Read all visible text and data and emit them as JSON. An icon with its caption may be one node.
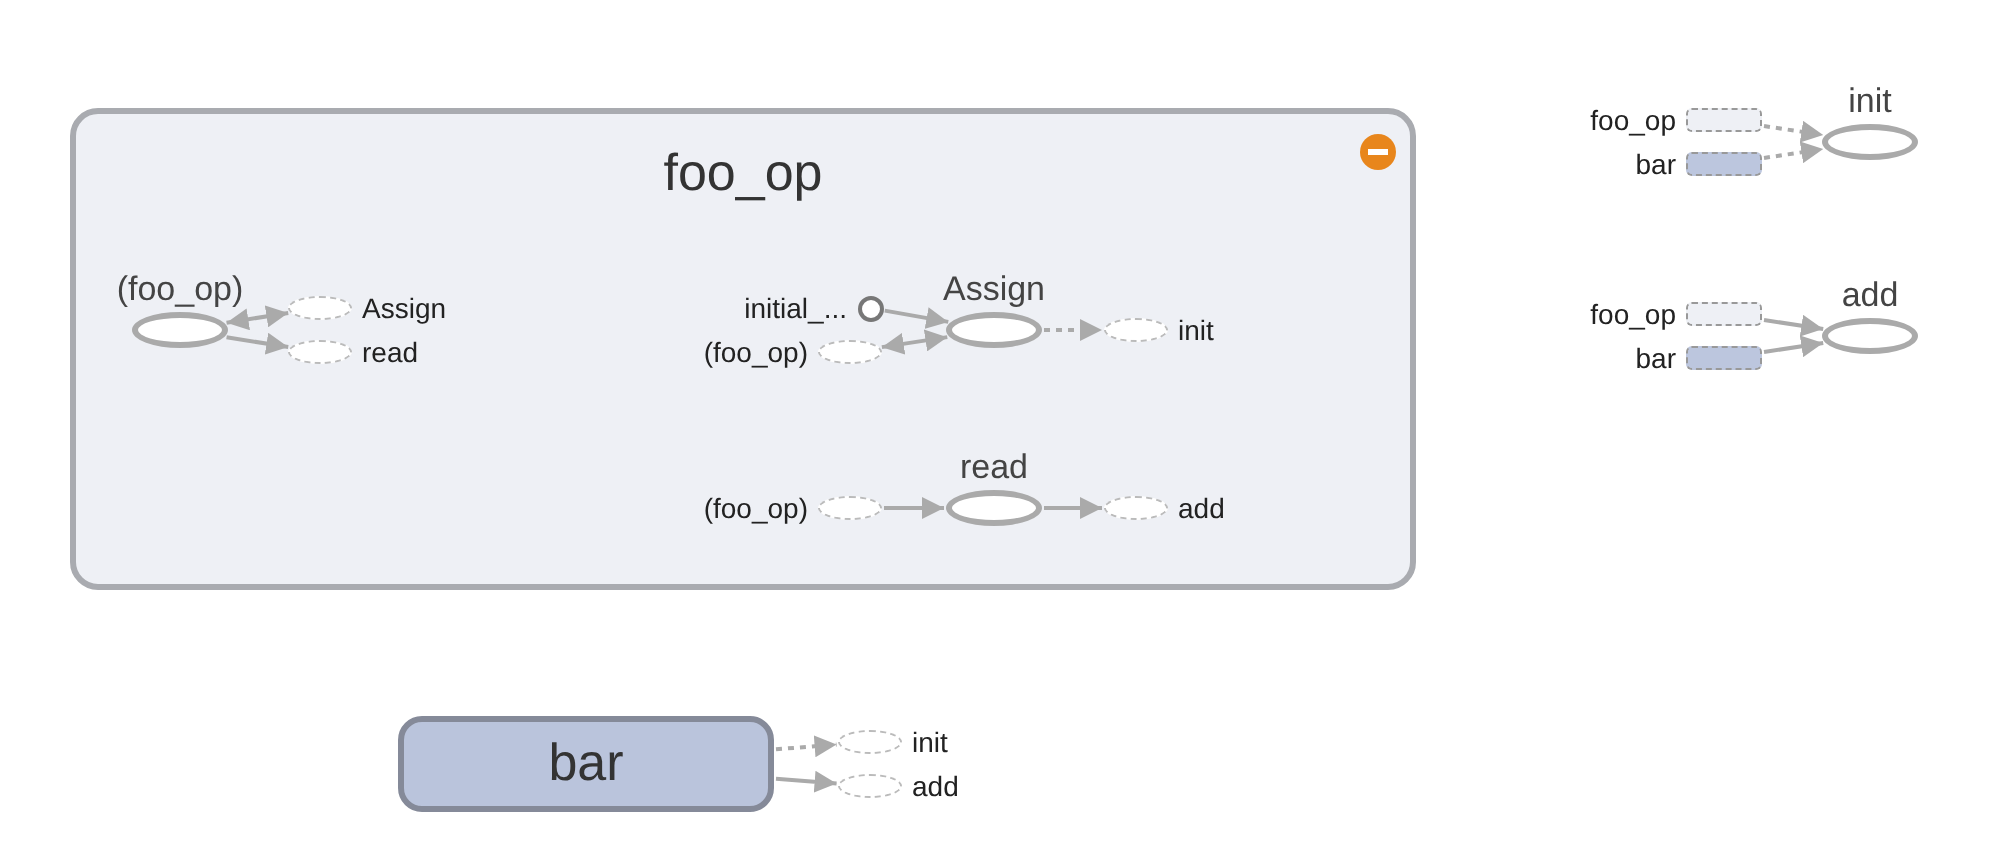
{
  "diagram": {
    "nodes": [
      {
        "text": [
          "foo_op"
        ]
      },
      {
        "text": [
          "(foo_op)"
        ],
        "in": 0
      },
      {
        "text": [
          "Assign"
        ],
        "in": 0
      },
      {
        "text": [
          "read"
        ],
        "in": 0
      },
      {
        "text": [
          "initial_..."
        ],
        "in": 0
      },
      {
        "text": [
          "(foo_op)"
        ],
        "in": 0
      },
      {
        "text": [
          "Assign"
        ],
        "in": 0
      },
      {
        "text": [
          "init"
        ],
        "in": 0
      },
      {
        "text": [
          "(foo_op)"
        ],
        "in": 0
      },
      {
        "text": [
          "read"
        ],
        "in": 0
      },
      {
        "text": [
          "add"
        ],
        "in": 0
      },
      {
        "text": [
          "foo_op"
        ]
      },
      {
        "text": [
          "bar"
        ]
      },
      {
        "text": [
          "init"
        ]
      },
      {
        "text": [
          "foo_op"
        ]
      },
      {
        "text": [
          "bar"
        ]
      },
      {
        "text": [
          "add"
        ]
      },
      {
        "text": [
          "bar"
        ]
      },
      {
        "text": [
          "init"
        ]
      },
      {
        "text": [
          "add"
        ]
      }
    ],
    "edges": [
      {
        "from": 1,
        "to": 2,
        "arrow": "both"
      },
      {
        "from": 1,
        "to": 3,
        "arrow": "to"
      },
      {
        "from": 4,
        "to": 6,
        "arrow": "to"
      },
      {
        "from": 6,
        "to": 5,
        "arrow": "both"
      },
      {
        "from": 6,
        "to": 7,
        "arrow": "to",
        "style": "dashed"
      },
      {
        "from": 8,
        "to": 9,
        "arrow": "to"
      },
      {
        "from": 9,
        "to": 10,
        "arrow": "to"
      },
      {
        "from": 11,
        "to": 13,
        "arrow": "to",
        "style": "dashed"
      },
      {
        "from": 12,
        "to": 13,
        "arrow": "to",
        "style": "dashed"
      },
      {
        "from": 14,
        "to": 16,
        "arrow": "to"
      },
      {
        "from": 15,
        "to": 16,
        "arrow": "to"
      },
      {
        "from": 17,
        "to": 18,
        "arrow": "to",
        "style": "dashed"
      },
      {
        "from": 17,
        "to": 19,
        "arrow": "to"
      }
    ]
  }
}
